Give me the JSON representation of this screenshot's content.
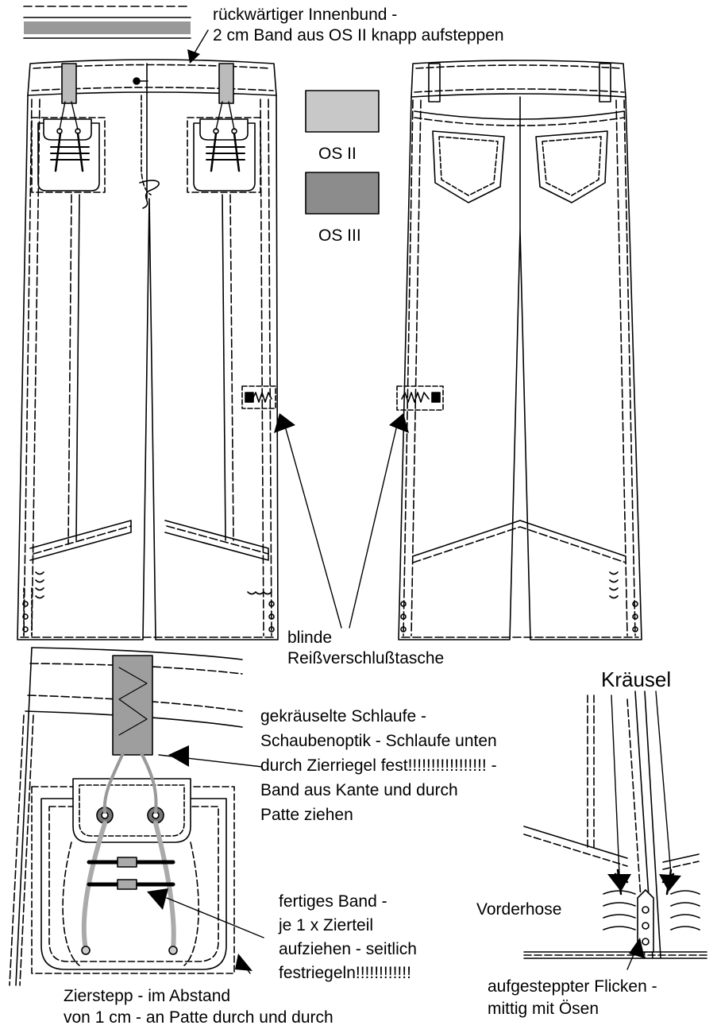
{
  "labels": {
    "innenbund": [
      "rückwärtiger Innenbund -",
      "2 cm Band aus OS II knapp aufsteppen"
    ],
    "blinde": [
      "blinde",
      "Reißverschlußtasche"
    ],
    "schlaufe": [
      "gekräuselte Schlaufe -",
      "Schaubenoptik - Schlaufe unten",
      "durch Zierriegel fest!!!!!!!!!!!!!!!!! -",
      "Band aus Kante und durch",
      "Patte ziehen"
    ],
    "band": [
      "fertiges Band -",
      "je 1 x Zierteil",
      "aufziehen - seitlich",
      "festriegeln!!!!!!!!!!!!"
    ],
    "zierstepp": [
      "Zierstepp - im Abstand",
      "von 1 cm - an Patte durch und durch"
    ],
    "kraeusel": "Kräusel",
    "vorderhose": "Vorderhose",
    "flicken": [
      "aufgesteppter Flicken -",
      "mittig mit Ösen"
    ]
  },
  "legend": [
    {
      "label": "OS II",
      "color": "#c8c8c8"
    },
    {
      "label": "OS III",
      "color": "#8c8c8c"
    }
  ]
}
